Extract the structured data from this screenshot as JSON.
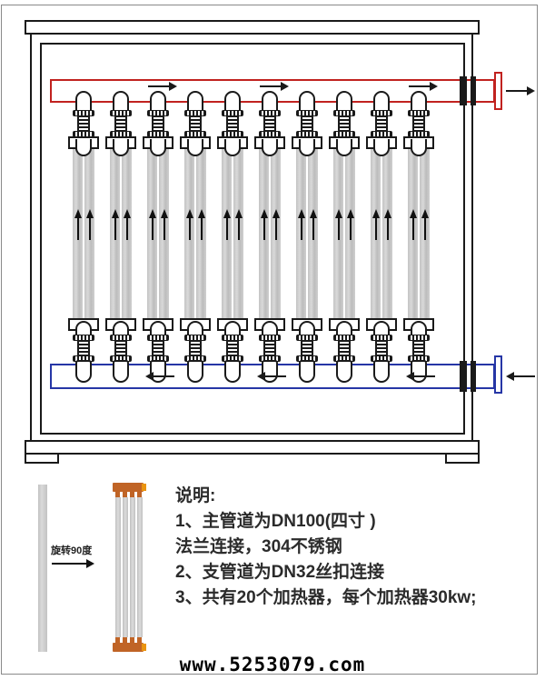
{
  "diagram": {
    "column_count": 10,
    "tubes_per_column": 2,
    "flow": {
      "top_pipe_direction": "right",
      "bottom_pipe_direction": "left",
      "tube_direction": "up"
    }
  },
  "legend": {
    "rotate_label": "旋转90度",
    "notes_title": "说明:",
    "notes": [
      "1、主管道为DN100(四寸 )",
      "法兰连接，304不锈钢",
      "2、支管道为DN32丝扣连接",
      "3、共有20个加热器，每个加热器30kw;"
    ]
  },
  "watermark": "www.5253079.com",
  "colors": {
    "hot_pipe": "#c1221f",
    "cold_pipe": "#2636a6",
    "element_cap": "#c06426",
    "element_cap_accent": "#ea9410",
    "tube_gray": "#cccccc"
  }
}
